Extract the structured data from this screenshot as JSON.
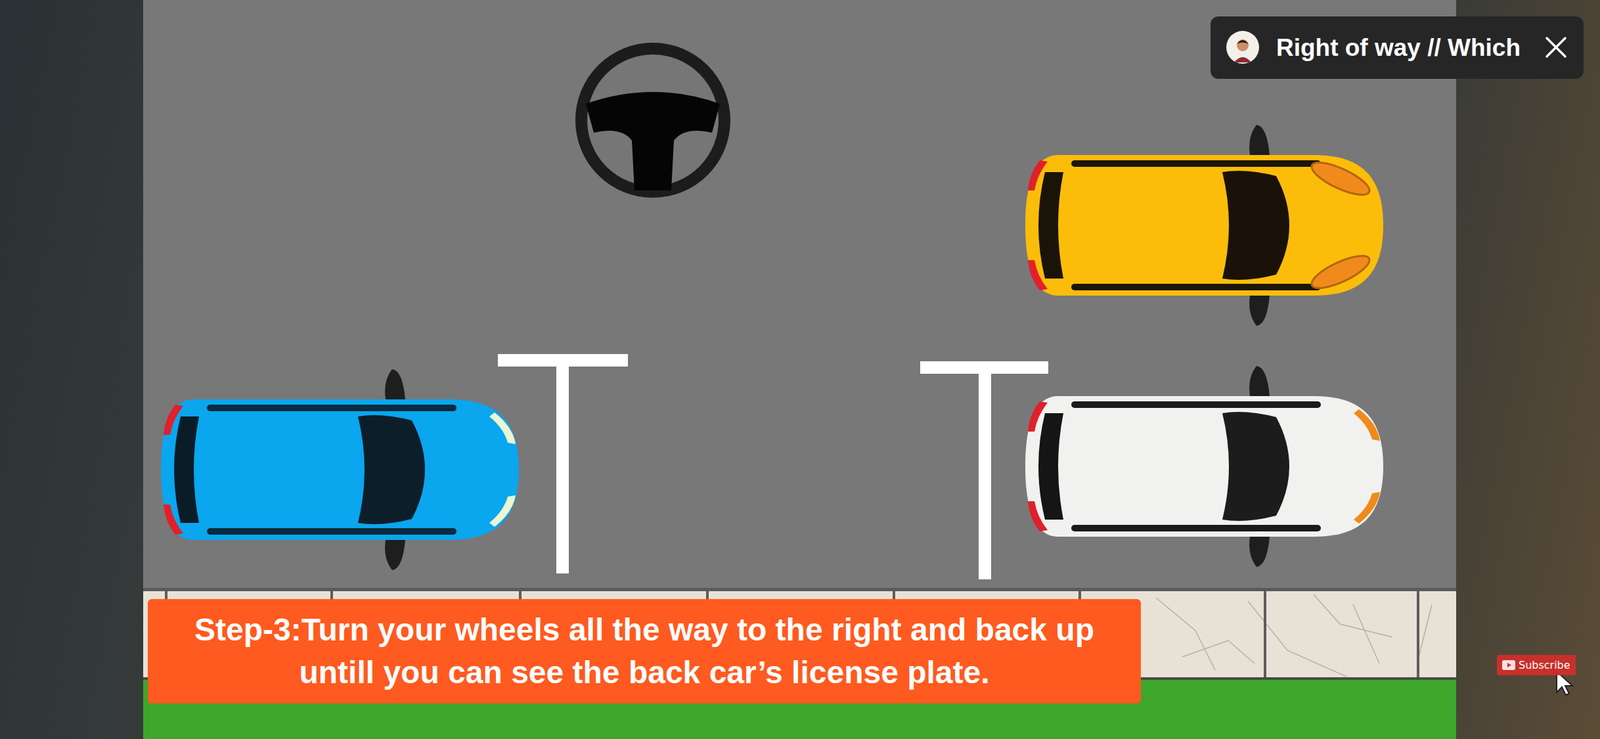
{
  "diagram": {
    "nodes": [
      {
        "text": [
          "Right of way // Which"
        ]
      },
      {
        "text": [
          "Step-3:Turn your wheels all the way to the right and back up untill you can see the back car’s license plate."
        ]
      },
      {
        "text": [
          "Subscribe"
        ]
      }
    ]
  }
}
